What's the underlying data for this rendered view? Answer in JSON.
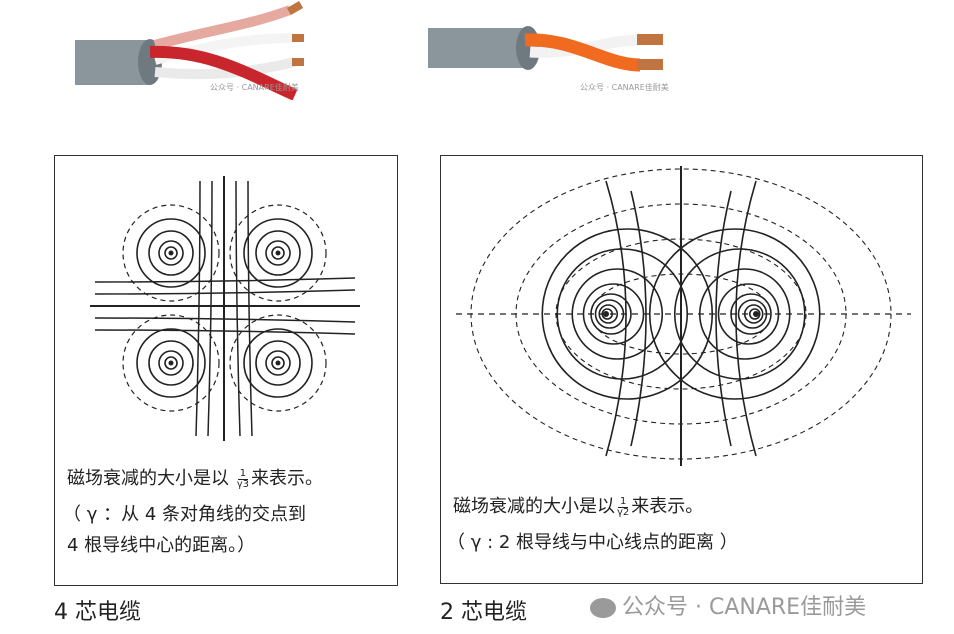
{
  "photos": {
    "four_core_watermark": "公众号 · CANARE佳耐美",
    "two_core_watermark": "公众号 · CANARE佳耐美"
  },
  "four_core": {
    "line1_prefix": "磁场衰减的大小是以",
    "fraction_num": "1",
    "fraction_den": "γ3",
    "line1_suffix": "来表示。",
    "line2": "（ γ ：从 4 条对角线的交点到",
    "line3": "4 根导线中心的距离。）",
    "caption": "4 芯电缆"
  },
  "two_core": {
    "line1_prefix": "磁场衰减的大小是以",
    "fraction_num": "1",
    "fraction_den": "γ2",
    "line1_suffix": "来表示。",
    "line2": "（ γ : 2 根导线与中心线点的距离 ）",
    "caption": "2 芯电缆"
  },
  "watermark": "公众号 · CANARE佳耐美"
}
